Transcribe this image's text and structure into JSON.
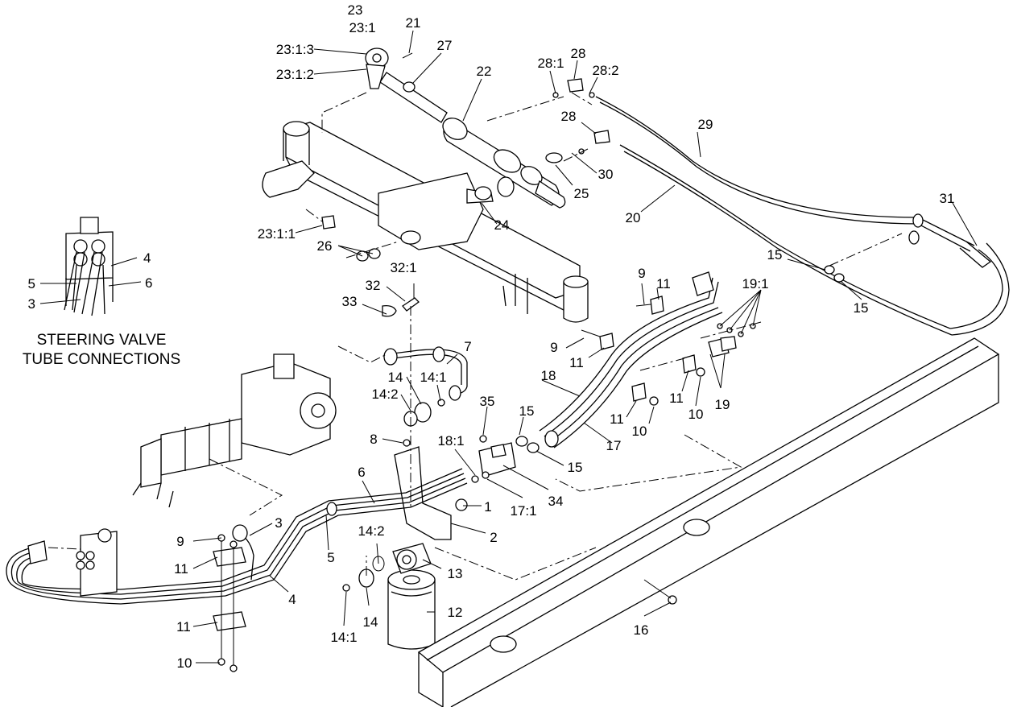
{
  "caption": {
    "line1": "STEERING VALVE",
    "line2": "TUBE CONNECTIONS"
  },
  "callouts": [
    {
      "id": "c23",
      "text": "23"
    },
    {
      "id": "c23_1",
      "text": "23:1"
    },
    {
      "id": "c23_1_3",
      "text": "23:1:3"
    },
    {
      "id": "c23_1_2",
      "text": "23:1:2"
    },
    {
      "id": "c21",
      "text": "21"
    },
    {
      "id": "c27",
      "text": "27"
    },
    {
      "id": "c22",
      "text": "22"
    },
    {
      "id": "c28_1",
      "text": "28:1"
    },
    {
      "id": "c28a",
      "text": "28"
    },
    {
      "id": "c28_2",
      "text": "28:2"
    },
    {
      "id": "c28b",
      "text": "28"
    },
    {
      "id": "c29",
      "text": "29"
    },
    {
      "id": "c30",
      "text": "30"
    },
    {
      "id": "c25",
      "text": "25"
    },
    {
      "id": "c20",
      "text": "20"
    },
    {
      "id": "c24",
      "text": "24"
    },
    {
      "id": "c23_1_1",
      "text": "23:1:1"
    },
    {
      "id": "c26",
      "text": "26"
    },
    {
      "id": "c31",
      "text": "31"
    },
    {
      "id": "c15a",
      "text": "15"
    },
    {
      "id": "c15b",
      "text": "15"
    },
    {
      "id": "c4a",
      "text": "4"
    },
    {
      "id": "c5a",
      "text": "5"
    },
    {
      "id": "c6a",
      "text": "6"
    },
    {
      "id": "c3a",
      "text": "3"
    },
    {
      "id": "c32_1",
      "text": "32:1"
    },
    {
      "id": "c32",
      "text": "32"
    },
    {
      "id": "c33",
      "text": "33"
    },
    {
      "id": "c9a",
      "text": "9"
    },
    {
      "id": "c11a",
      "text": "11"
    },
    {
      "id": "c19_1",
      "text": "19:1"
    },
    {
      "id": "c9b",
      "text": "9"
    },
    {
      "id": "c11b",
      "text": "11"
    },
    {
      "id": "c7",
      "text": "7"
    },
    {
      "id": "c18",
      "text": "18"
    },
    {
      "id": "c14a",
      "text": "14"
    },
    {
      "id": "c14_1a",
      "text": "14:1"
    },
    {
      "id": "c14_2a",
      "text": "14:2"
    },
    {
      "id": "c35",
      "text": "35"
    },
    {
      "id": "c15c",
      "text": "15"
    },
    {
      "id": "c11c",
      "text": "11"
    },
    {
      "id": "c10a",
      "text": "10"
    },
    {
      "id": "c19",
      "text": "19"
    },
    {
      "id": "c11d",
      "text": "11"
    },
    {
      "id": "c10b",
      "text": "10"
    },
    {
      "id": "c17",
      "text": "17"
    },
    {
      "id": "c15d",
      "text": "15"
    },
    {
      "id": "c8",
      "text": "8"
    },
    {
      "id": "c18_1",
      "text": "18:1"
    },
    {
      "id": "c6b",
      "text": "6"
    },
    {
      "id": "c1",
      "text": "1"
    },
    {
      "id": "c17_1",
      "text": "17:1"
    },
    {
      "id": "c34",
      "text": "34"
    },
    {
      "id": "c3b",
      "text": "3"
    },
    {
      "id": "c2",
      "text": "2"
    },
    {
      "id": "c9c",
      "text": "9"
    },
    {
      "id": "c5b",
      "text": "5"
    },
    {
      "id": "c14_2b",
      "text": "14:2"
    },
    {
      "id": "c11e",
      "text": "11"
    },
    {
      "id": "c13",
      "text": "13"
    },
    {
      "id": "c4b",
      "text": "4"
    },
    {
      "id": "c14b",
      "text": "14"
    },
    {
      "id": "c12",
      "text": "12"
    },
    {
      "id": "c11f",
      "text": "11"
    },
    {
      "id": "c14_1b",
      "text": "14:1"
    },
    {
      "id": "c16",
      "text": "16"
    },
    {
      "id": "c10c",
      "text": "10"
    }
  ]
}
